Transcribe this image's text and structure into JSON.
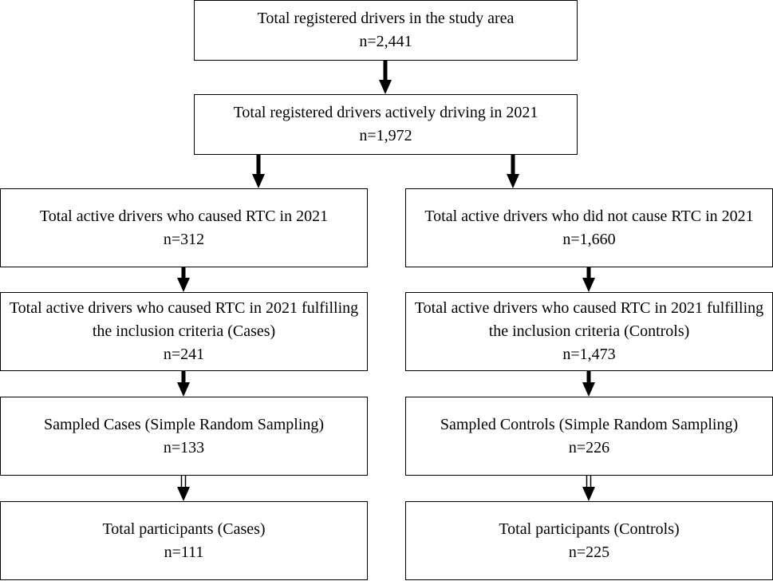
{
  "boxes": {
    "total": {
      "label": "Total registered drivers in the study area",
      "n": "n=2,441"
    },
    "active": {
      "label": "Total registered drivers actively driving in 2021",
      "n": "n=1,972"
    },
    "caused": {
      "label": "Total active drivers who caused RTC in 2021",
      "n": "n=312"
    },
    "not_caused": {
      "label": "Total active drivers who did not cause RTC in 2021",
      "n": "n=1,660"
    },
    "cases_criteria": {
      "label": "Total active drivers who caused RTC in 2021 fulfilling the inclusion criteria (Cases)",
      "n": "n=241"
    },
    "controls_criteria": {
      "label": "Total active drivers who caused RTC in 2021 fulfilling the inclusion criteria (Controls)",
      "n": "n=1,473"
    },
    "sampled_cases": {
      "label": "Sampled Cases (Simple Random Sampling)",
      "n": "n=133"
    },
    "sampled_controls": {
      "label": "Sampled Controls (Simple Random Sampling)",
      "n": "n=226"
    },
    "participants_cases": {
      "label": "Total participants (Cases)",
      "n": "n=111"
    },
    "participants_controls": {
      "label": "Total participants (Controls)",
      "n": "n=225"
    }
  }
}
